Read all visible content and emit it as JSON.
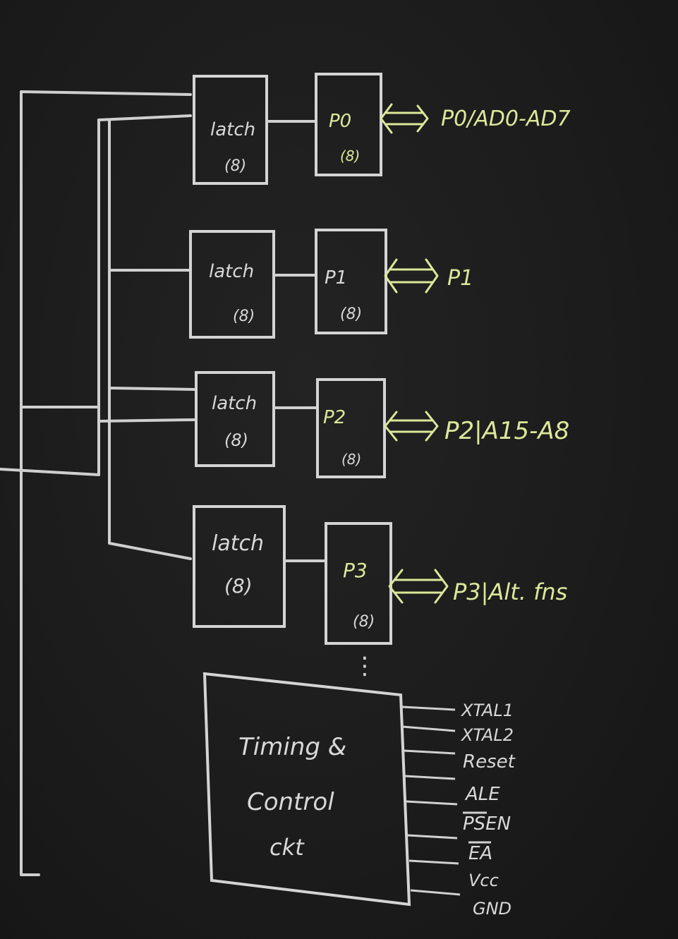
{
  "latches": [
    {
      "label": "latch",
      "width": "(8)"
    },
    {
      "label": "latch",
      "width": "(8)"
    },
    {
      "label": "latch",
      "width": "(8)"
    },
    {
      "label": "latch",
      "width": "(8)"
    }
  ],
  "ports": [
    {
      "label": "P0",
      "width": "(8)",
      "signal": "P0/AD0-AD7"
    },
    {
      "label": "P1",
      "width": "(8)",
      "signal": "P1"
    },
    {
      "label": "P2",
      "width": "(8)",
      "signal": "P2|A15-A8"
    },
    {
      "label": "P3",
      "width": "(8)",
      "signal": "P3|Alt. fns"
    }
  ],
  "continuation": "⋮",
  "timing_block": {
    "line1": "Timing &",
    "line2": "Control",
    "line3": "ckt"
  },
  "control_pins": [
    "XTAL1",
    "XTAL2",
    "Reset",
    "ALE",
    "PSEN",
    "EA",
    "Vcc",
    "GND"
  ],
  "colors": {
    "board": "#1b1b1b",
    "chalk_white": "#d4d4d4",
    "chalk_yellow": "#dde79a"
  }
}
